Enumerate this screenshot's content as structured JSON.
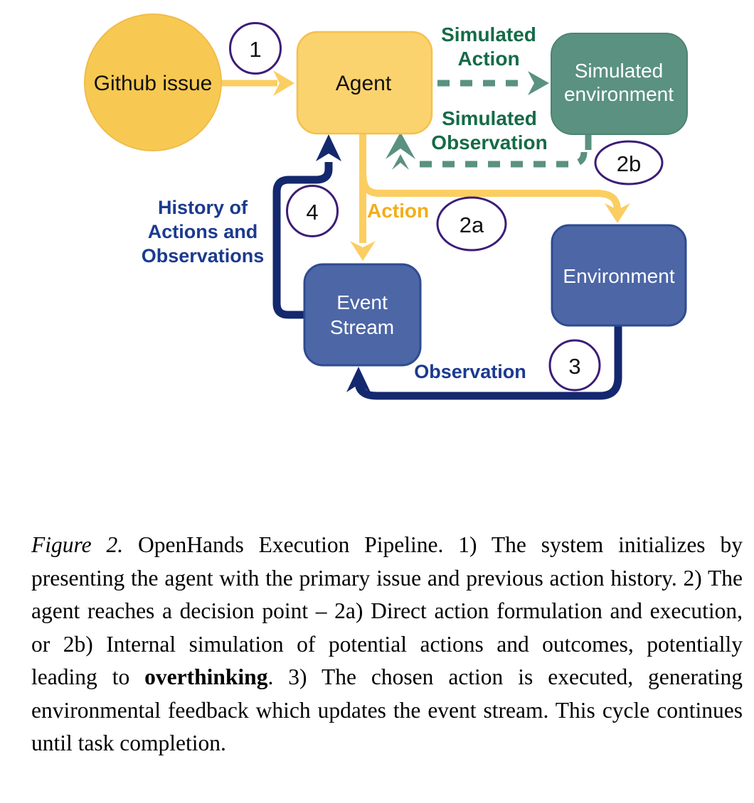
{
  "diagram": {
    "nodes": {
      "github_issue": {
        "label": "Github issue"
      },
      "agent": {
        "label": "Agent"
      },
      "sim_env": {
        "lines": [
          "Simulated",
          "environment"
        ]
      },
      "environment": {
        "label": "Environment"
      },
      "event_stream": {
        "lines": [
          "Event",
          "Stream"
        ]
      }
    },
    "edges": {
      "sim_action": {
        "lines": [
          "Simulated",
          "Action"
        ]
      },
      "sim_observation": {
        "lines": [
          "Simulated",
          "Observation"
        ]
      },
      "action": {
        "label": "Action"
      },
      "observation": {
        "label": "Observation"
      },
      "history": {
        "lines": [
          "History of",
          "Actions and",
          "Observations"
        ]
      }
    },
    "badges": {
      "b1": "1",
      "b2a": "2a",
      "b2b": "2b",
      "b3": "3",
      "b4": "4"
    },
    "colors": {
      "yellow_arrow": "#fbce62",
      "yellow_circle_fill": "#f7c952",
      "yellow_box_fill": "#fbd36e",
      "yellow_box_border": "#f5c04c",
      "amber_label": "#f2ae19",
      "green_fill": "#5a9180",
      "green_border": "#4d8570",
      "green_label": "#156b47",
      "blue_box_fill": "#4d66a6",
      "blue_box_border": "#2e4c90",
      "navy_arrow": "#14286e",
      "navy_label": "#1b3a8f",
      "badge_border": "#3c1d77"
    }
  },
  "caption": {
    "figure_label": "Figure 2.",
    "before_bold": " OpenHands Execution Pipeline. 1) The system initializes by presenting the agent with the primary issue and previous action history. 2) The agent reaches a decision point – 2a) Direct action formulation and execution, or 2b) Internal simulation of potential actions and outcomes, potentially leading to ",
    "bold_word": "overthinking",
    "after_bold": ". 3) The chosen action is executed, generating environmental feedback which updates the event stream. This cycle continues until task completion."
  }
}
